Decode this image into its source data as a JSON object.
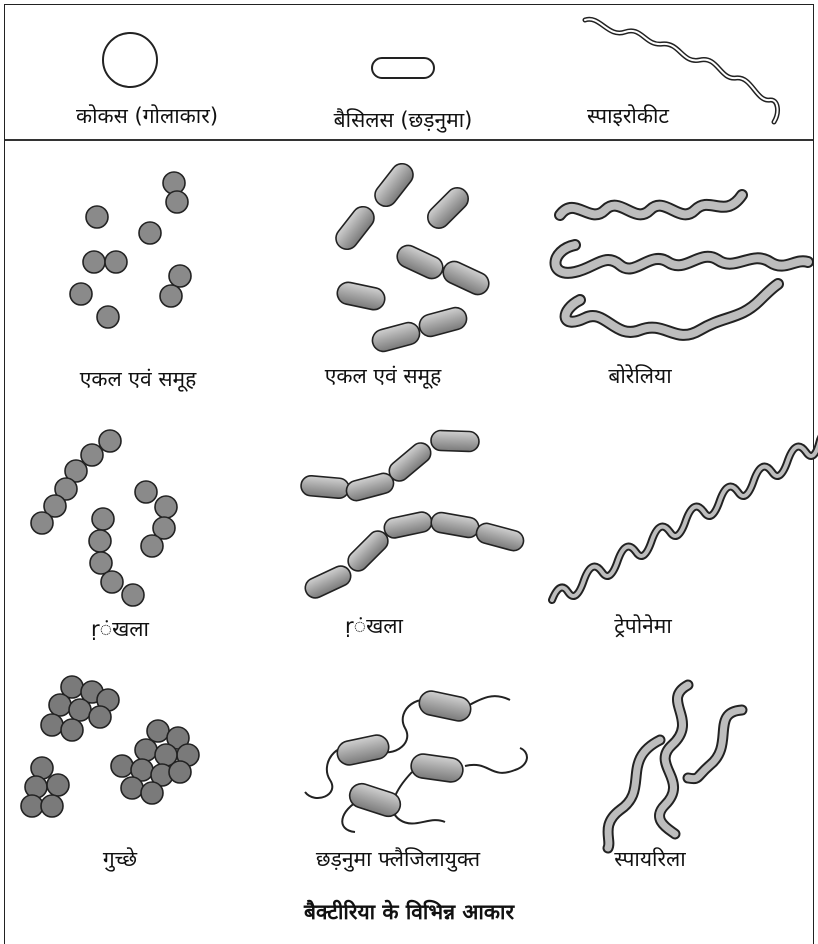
{
  "header": {
    "coccus": "कोकस (गोलाकार)",
    "bacillus": "बैसिलस (छड़नुमा)",
    "spirochete": "स्पाइरोकीट"
  },
  "rows": [
    [
      "एकल एवं समूह",
      "एकल एवं समूह",
      "बोरेलिया"
    ],
    [
      "ṛंखला",
      "ṛंखला",
      "ट्रेपोनेमा"
    ],
    [
      "गुच्छे",
      "छड़नुमा फ्लैजिलायुक्त",
      "स्पायरिला"
    ]
  ],
  "caption": "बैक्टीरिया के विभिन्न आकार",
  "colors": {
    "cell": "#8a8a8a",
    "cell_dark": "#6f6f6f",
    "outline": "#222222",
    "rod": "#a8a8a8",
    "spiral": "#bdbdbd"
  }
}
